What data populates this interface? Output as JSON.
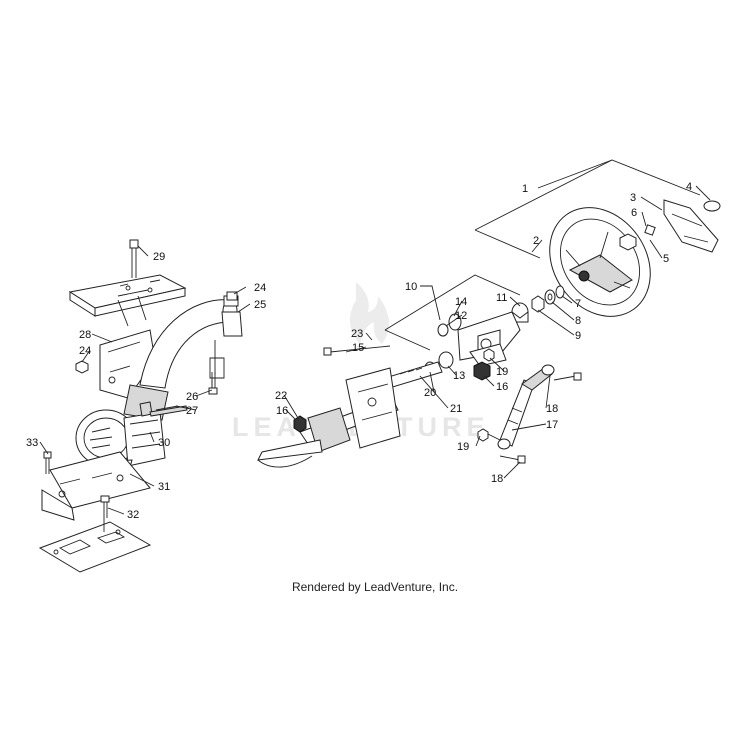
{
  "footer": "Rendered by LeadVenture, Inc.",
  "watermark": "LEADVENTURE",
  "callouts": [
    {
      "id": "c1",
      "text": "1"
    },
    {
      "id": "c2",
      "text": "2"
    },
    {
      "id": "c3",
      "text": "3"
    },
    {
      "id": "c4",
      "text": "4"
    },
    {
      "id": "c5",
      "text": "5"
    },
    {
      "id": "c6",
      "text": "6"
    },
    {
      "id": "c7",
      "text": "7"
    },
    {
      "id": "c8",
      "text": "8"
    },
    {
      "id": "c9",
      "text": "9"
    },
    {
      "id": "c10",
      "text": "10"
    },
    {
      "id": "c11",
      "text": "11"
    },
    {
      "id": "c12",
      "text": "12"
    },
    {
      "id": "c13",
      "text": "13"
    },
    {
      "id": "c14",
      "text": "14"
    },
    {
      "id": "c15",
      "text": "15"
    },
    {
      "id": "c16a",
      "text": "16"
    },
    {
      "id": "c16b",
      "text": "16"
    },
    {
      "id": "c17",
      "text": "17"
    },
    {
      "id": "c18a",
      "text": "18"
    },
    {
      "id": "c18b",
      "text": "18"
    },
    {
      "id": "c19a",
      "text": "19"
    },
    {
      "id": "c19b",
      "text": "19"
    },
    {
      "id": "c20",
      "text": "20"
    },
    {
      "id": "c21",
      "text": "21"
    },
    {
      "id": "c22",
      "text": "22"
    },
    {
      "id": "c23",
      "text": "23"
    },
    {
      "id": "c24a",
      "text": "24"
    },
    {
      "id": "c24b",
      "text": "24"
    },
    {
      "id": "c25",
      "text": "25"
    },
    {
      "id": "c26",
      "text": "26"
    },
    {
      "id": "c27",
      "text": "27"
    },
    {
      "id": "c28",
      "text": "28"
    },
    {
      "id": "c29",
      "text": "29"
    },
    {
      "id": "c30",
      "text": "30"
    },
    {
      "id": "c31",
      "text": "31"
    },
    {
      "id": "c32",
      "text": "32"
    },
    {
      "id": "c33",
      "text": "33"
    }
  ]
}
